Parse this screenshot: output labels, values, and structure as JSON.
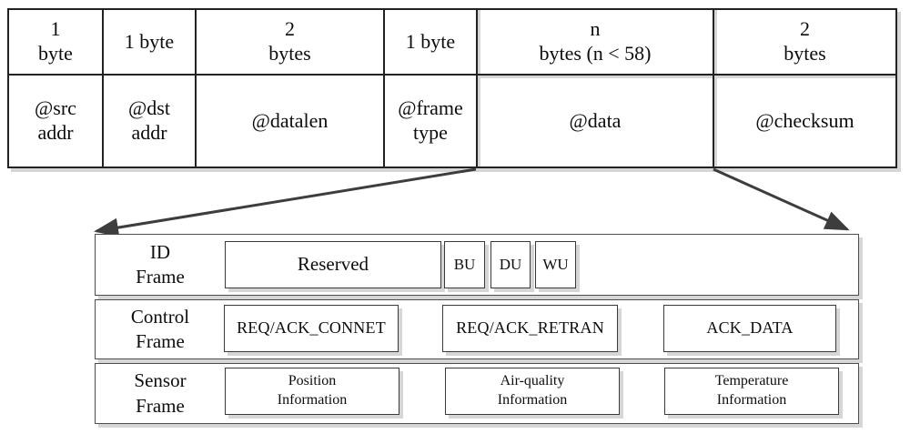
{
  "packet_table": {
    "columns": [
      {
        "size": "1\nbyte",
        "field": "@src\naddr"
      },
      {
        "size": "1 byte",
        "field": "@dst\naddr"
      },
      {
        "size": "2\nbytes",
        "field": "@datalen"
      },
      {
        "size": "1 byte",
        "field": "@frame\ntype"
      },
      {
        "size": "n\nbytes  (n < 58)",
        "field": "@data"
      },
      {
        "size": "2\nbytes",
        "field": "@checksum"
      }
    ]
  },
  "frames": {
    "id": {
      "label": "ID\nFrame",
      "boxes": {
        "reserved": "Reserved",
        "bu": "BU",
        "du": "DU",
        "wu": "WU"
      }
    },
    "control": {
      "label": "Control\nFrame",
      "boxes": {
        "connect": "REQ/ACK_CONNET",
        "retran": "REQ/ACK_RETRAN",
        "ack_data": "ACK_DATA"
      }
    },
    "sensor": {
      "label": "Sensor\nFrame",
      "boxes": {
        "position": "Position\nInformation",
        "air_quality": "Air-quality\nInformation",
        "temperature": "Temperature\nInformation"
      }
    }
  },
  "colors": {
    "line": "#222222",
    "shadow": "#d6d6d6",
    "arrow": "#3d3d3d",
    "background": "#ffffff"
  }
}
